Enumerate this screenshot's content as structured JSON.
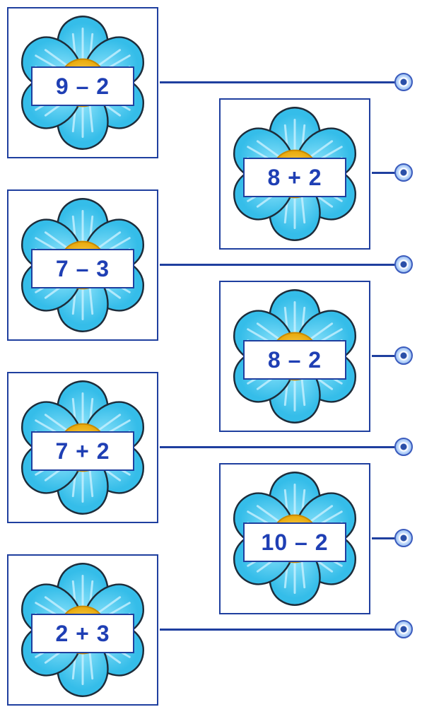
{
  "colors": {
    "frame": "#1f3f9f",
    "text": "#1f3fb4",
    "petal": "#52ccf0",
    "center": "#f5c31a"
  },
  "cards": [
    {
      "expression": "9 – 2"
    },
    {
      "expression": "8 + 2"
    },
    {
      "expression": "7 – 3"
    },
    {
      "expression": "8 – 2"
    },
    {
      "expression": "7 + 2"
    },
    {
      "expression": "10 – 2"
    },
    {
      "expression": "2 + 3"
    }
  ],
  "icons": {
    "flower": "flower-icon",
    "connector": "connector-dot-icon"
  }
}
